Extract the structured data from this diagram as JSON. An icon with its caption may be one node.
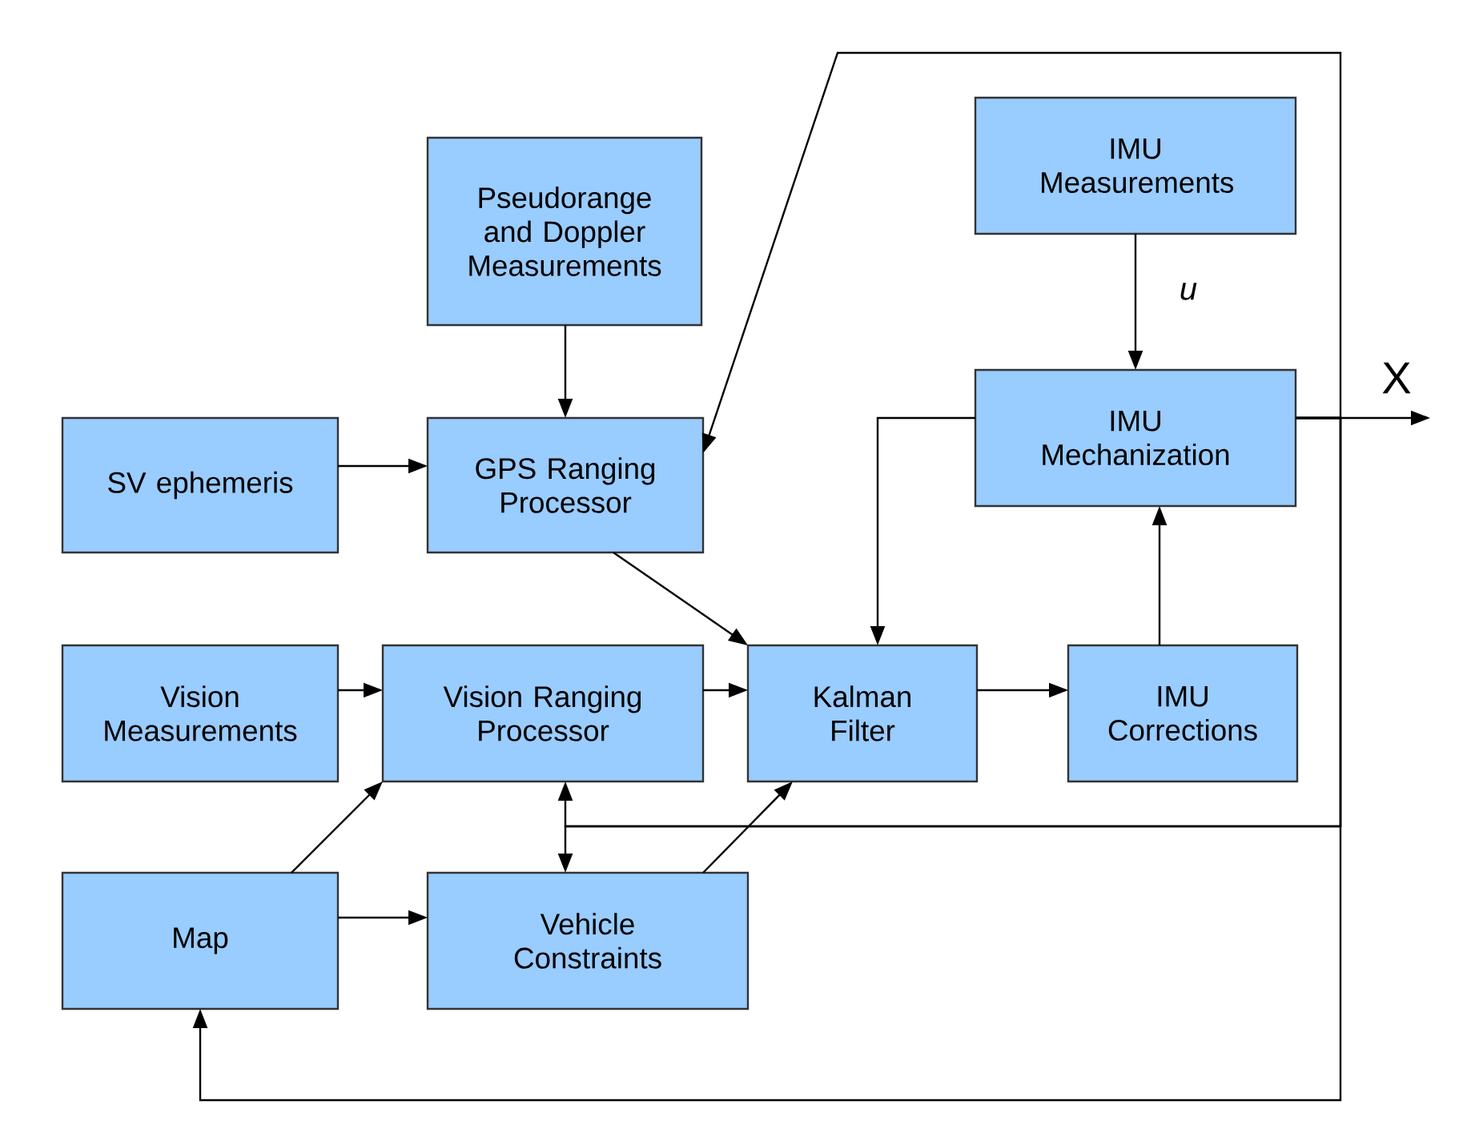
{
  "diagram": {
    "nodes": [
      {
        "text": [
          "Pseudorange and Doppler Measurements"
        ]
      },
      {
        "text": [
          "IMU Measurements"
        ]
      },
      {
        "text": [
          "SV ephemeris"
        ]
      },
      {
        "text": [
          "GPS Ranging Processor"
        ]
      },
      {
        "text": [
          "IMU Mechanization"
        ]
      },
      {
        "text": [
          "Vision Measurements"
        ]
      },
      {
        "text": [
          "Vision Ranging Processor"
        ]
      },
      {
        "text": [
          "Kalman Filter"
        ]
      },
      {
        "text": [
          "IMU Corrections"
        ]
      },
      {
        "text": [
          "Map"
        ]
      },
      {
        "text": [
          "Vehicle Constraints"
        ]
      }
    ],
    "edges": [
      {
        "from": 0,
        "to": 3,
        "arrow": "to"
      },
      {
        "from": 2,
        "to": 3,
        "arrow": "to"
      },
      {
        "from": 1,
        "to": 4,
        "arrow": "to",
        "label": "u"
      },
      {
        "from": 3,
        "to": 7,
        "arrow": "to"
      },
      {
        "from": 5,
        "to": 6,
        "arrow": "to"
      },
      {
        "from": 6,
        "to": 7,
        "arrow": "to"
      },
      {
        "from": 7,
        "to": 8,
        "arrow": "to"
      },
      {
        "from": 8,
        "to": 4,
        "arrow": "to"
      },
      {
        "from": 4,
        "to": 7,
        "arrow": "to"
      },
      {
        "from": 9,
        "to": 6,
        "arrow": "to"
      },
      {
        "from": 9,
        "to": 10,
        "arrow": "to"
      },
      {
        "from": 10,
        "to": 7,
        "arrow": "to"
      },
      {
        "from": 4,
        "to": null,
        "arrow": "to",
        "label": "X"
      },
      {
        "from": 4,
        "to": 3,
        "arrow": "to"
      },
      {
        "from": 4,
        "to": 6,
        "arrow": "to"
      },
      {
        "from": 4,
        "to": 10,
        "arrow": "to"
      },
      {
        "from": 4,
        "to": 9,
        "arrow": "to"
      }
    ]
  }
}
